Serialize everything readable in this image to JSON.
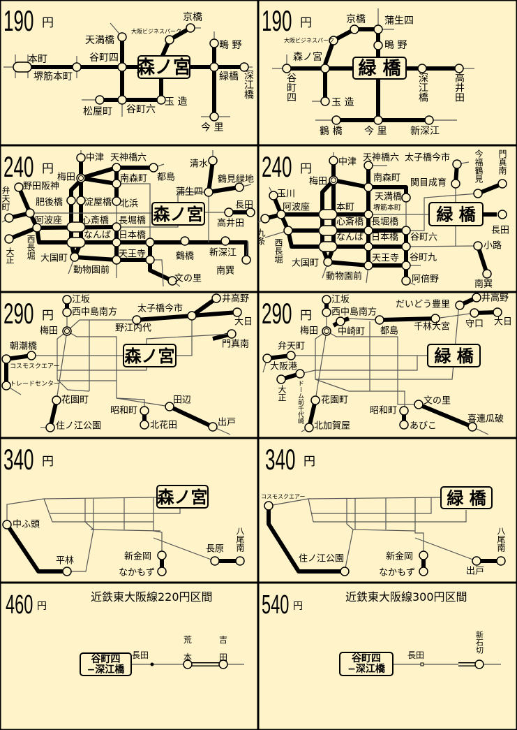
{
  "panels": [
    {
      "fare": "190",
      "yen": "円",
      "center": "森ノ宮",
      "stations": [
        "本町",
        "堺筋本町",
        "谷町四",
        "天満橋",
        "大阪ビジネスパーク",
        "京橋",
        "鴫 野",
        "緑橋",
        "深江橋",
        "今 里",
        "玉 造",
        "谷町六",
        "松屋町"
      ]
    },
    {
      "fare": "190",
      "yen": "円",
      "center": "緑 橋",
      "stations": [
        "森ノ宮",
        "谷町四",
        "玉 造",
        "大阪ビジネスパーク",
        "京橋",
        "蒲生四",
        "鴫 野",
        "深江橋",
        "高井田",
        "鶴 橋",
        "今 里",
        "新深江"
      ]
    },
    {
      "fare": "240",
      "yen": "円",
      "center": "森ノ宮",
      "stations": [
        "中津",
        "天神橋六",
        "梅田",
        "南森町",
        "都島",
        "北浜",
        "淀屋橋",
        "肥後橋",
        "野田阪神",
        "弁天町",
        "阿波座",
        "心斎橋",
        "長堀橋",
        "なんば",
        "日本橋",
        "西長堀",
        "大正",
        "大国町",
        "天王寺",
        "動物園前",
        "文の里",
        "鶴橋",
        "新深江",
        "南巽",
        "清水",
        "鶴見緑地",
        "蒲生四",
        "長田",
        "高井田"
      ]
    },
    {
      "fare": "240",
      "yen": "円",
      "center": "緑 橋",
      "stations": [
        "中津",
        "天神橋六",
        "太子橋今市",
        "今福鶴見",
        "門真南",
        "梅田",
        "南森町",
        "関目成育",
        "天満橋",
        "堺筋本町",
        "玉川",
        "阿波座",
        "本町",
        "長田",
        "心斎橋",
        "長堀橋",
        "九条",
        "西長堀",
        "なんば",
        "日本橋",
        "谷町六",
        "小路",
        "谷町九",
        "大国町",
        "天王寺",
        "動物園前",
        "阿倍野",
        "南巽"
      ]
    },
    {
      "fare": "290",
      "yen": "円",
      "center": "森ノ宮",
      "stations": [
        "江坂",
        "西中島南方",
        "梅田",
        "太子橋今市",
        "野江内代",
        "井高野",
        "大日",
        "門真南",
        "朝潮橋",
        "コスモスクエアー",
        "トレードセンター",
        "花園町",
        "住ノ江公園",
        "昭和町",
        "北花田",
        "田辺",
        "出戸"
      ]
    },
    {
      "fare": "290",
      "yen": "円",
      "center": "緑 橋",
      "stations": [
        "江坂",
        "西中島南方",
        "梅田",
        "中崎町",
        "都島",
        "千林大宮",
        "だいどう豊里",
        "井高野",
        "守口",
        "大日",
        "弁天町",
        "大阪港",
        "大正",
        "ドーム前千代崎",
        "花園町",
        "北加賀屋",
        "昭和町",
        "あびこ",
        "文の里",
        "喜連瓜破"
      ]
    },
    {
      "fare": "340",
      "yen": "円",
      "center": "森ノ宮",
      "stations": [
        "中ふ頭",
        "平林",
        "新金岡",
        "なかもず",
        "長原",
        "八尾南"
      ]
    },
    {
      "fare": "340",
      "yen": "円",
      "center": "緑 橋",
      "stations": [
        "コスモスクエアー",
        "住ノ江公園",
        "新金岡",
        "なかもず",
        "出戸",
        "八尾南"
      ]
    },
    {
      "fare": "460",
      "yen": "円",
      "title": "近鉄東大阪線220円区間",
      "center_lines": [
        "谷町四",
        "−深江橋"
      ],
      "stations": [
        "長田",
        "荒",
        "本",
        "吉",
        "田"
      ]
    },
    {
      "fare": "540",
      "yen": "円",
      "title": "近鉄東大阪線300円区間",
      "center_lines": [
        "谷町四",
        "−深江橋"
      ],
      "stations": [
        "長田",
        "新石切"
      ]
    }
  ],
  "colors": {
    "background": "#fef3c9",
    "line": "#000000",
    "thin_line": "#555555"
  }
}
